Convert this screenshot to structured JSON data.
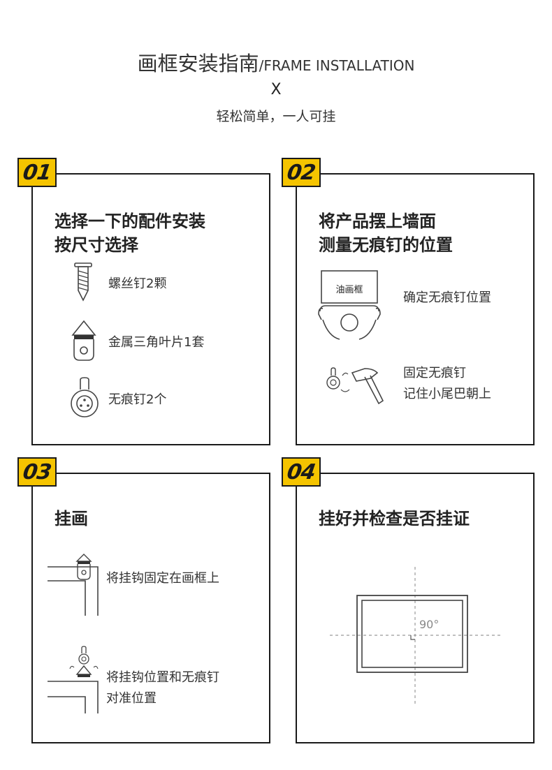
{
  "header": {
    "title_cn": "画框安装指南",
    "title_en": "/FRAME INSTALLATION",
    "cross": "X",
    "subtitle": "轻松简单，一人可挂"
  },
  "steps": [
    {
      "number": "01",
      "title_line1": "选择一下的配件安装",
      "title_line2": "按尺寸选择",
      "items": [
        "螺丝钉2颗",
        "金属三角叶片1套",
        "无痕钉2个"
      ]
    },
    {
      "number": "02",
      "title_line1": "将产品摆上墙面",
      "title_line2": "测量无痕钉的位置",
      "frame_label": "油画框",
      "items": [
        "确定无痕钉位置",
        "固定无痕钉",
        "记住小尾巴朝上"
      ]
    },
    {
      "number": "03",
      "title_line1": "挂画",
      "items": [
        "将挂钩固定在画框上",
        "将挂钩位置和无痕钉",
        "对准位置"
      ]
    },
    {
      "number": "04",
      "title_line1": "挂好并检查是否挂证",
      "angle_label": "90°"
    }
  ],
  "colors": {
    "badge": "#f5c400",
    "border": "#1a1a1a",
    "text": "#333333"
  }
}
